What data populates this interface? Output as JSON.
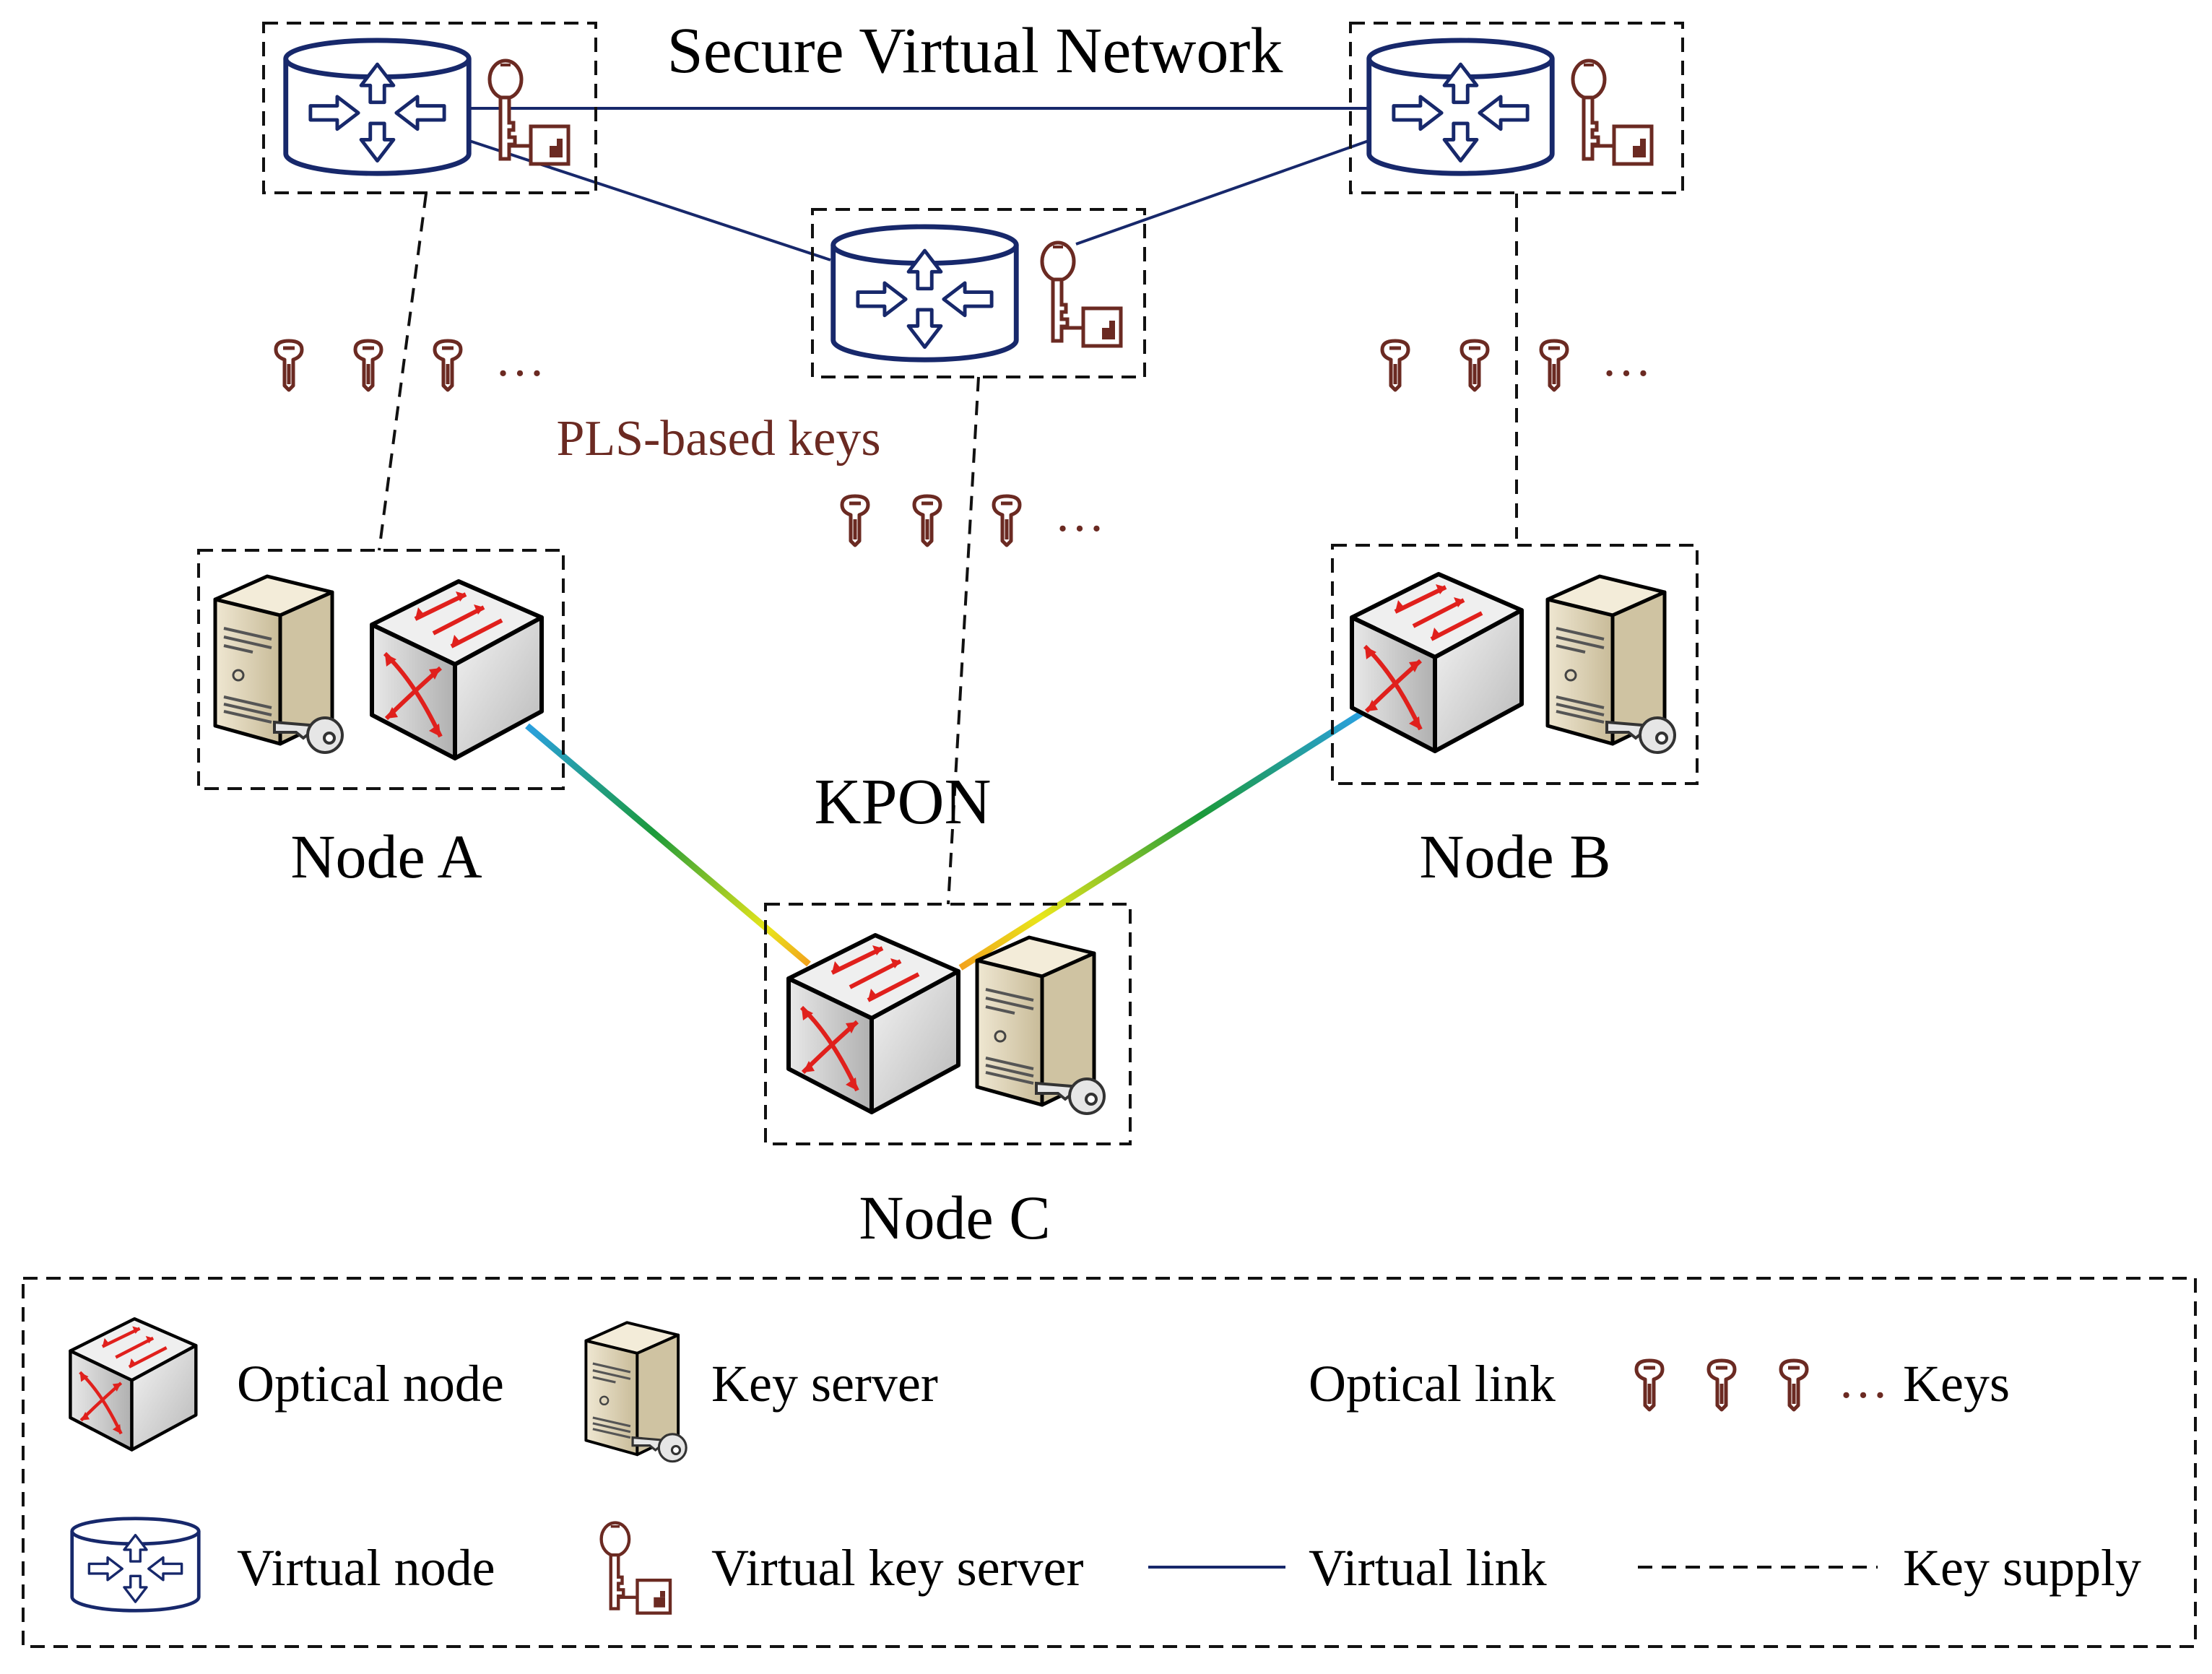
{
  "diagram": {
    "title": "Secure Virtual Network",
    "kpon_label": "KPON",
    "pls_label": "PLS-based keys",
    "nodes": [
      {
        "id": "A",
        "label": "Node A"
      },
      {
        "id": "B",
        "label": "Node B"
      },
      {
        "id": "C",
        "label": "Node C"
      }
    ],
    "ellipsis": "…"
  },
  "legend": {
    "optical_node": "Optical node",
    "key_server": "Key server",
    "optical_link": "Optical link",
    "keys": "Keys",
    "keys_ellipsis": "…",
    "virtual_node": "Virtual node",
    "virtual_key_server": "Virtual key server",
    "virtual_link": "Virtual link",
    "key_supply": "Key supply"
  },
  "colors": {
    "virtual_blue": "#17286b",
    "key_brown": "#6b2a22",
    "optical_arrow_red": "#e0201c",
    "server_beige": "#d9cfb4"
  }
}
